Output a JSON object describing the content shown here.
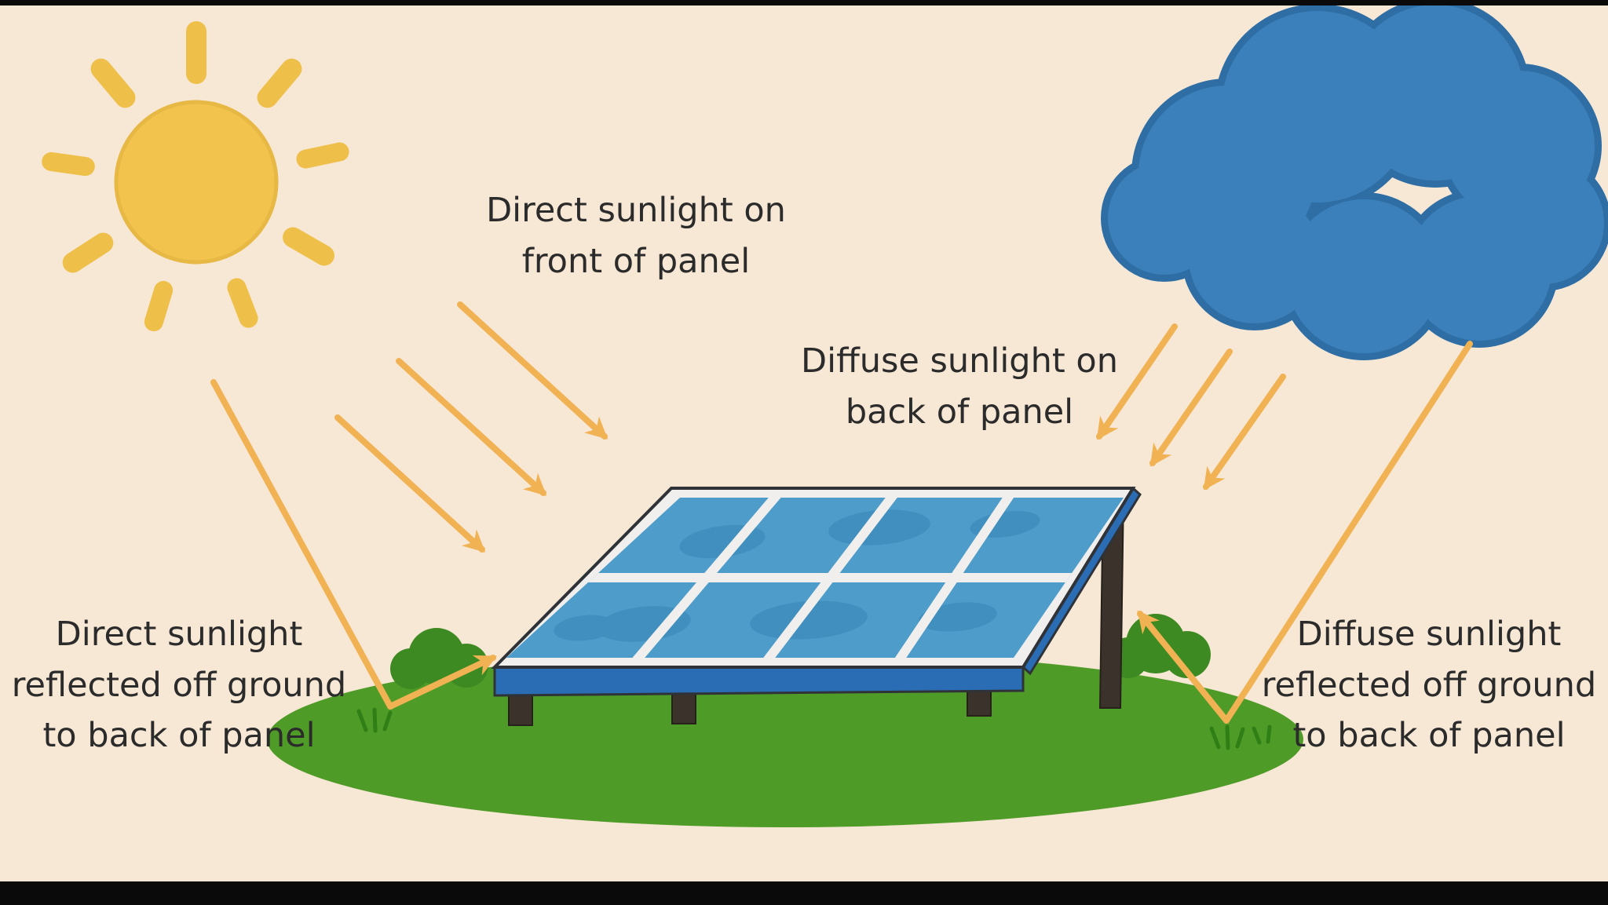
{
  "labels": {
    "direct_front": "Direct sunlight on\nfront of panel",
    "diffuse_back": "Diffuse sunlight on\nback of panel",
    "direct_reflected": "Direct sunlight\nreflected off ground\nto back of panel",
    "diffuse_reflected": "Diffuse sunlight\nreflected off ground\nto back of panel"
  },
  "icons": {
    "sun": "sun-icon",
    "cloud": "cloud-icon",
    "panel": "solar-panel-illustration",
    "ground": "grass-mound",
    "arrow_groups": [
      "direct-sunlight-arrows",
      "diffuse-sunlight-arrows",
      "direct-ground-reflection-arrow",
      "diffuse-ground-reflection-arrow"
    ]
  },
  "colors": {
    "background": "#f7e7d5",
    "letterbox": "#0a0a0a",
    "sun_yellow": "#f2c44e",
    "sun_ray_yellow": "#eec04a",
    "cloud_blue": "#3b80ba",
    "cloud_outline_blue": "#2e6ea5",
    "arrow_amber": "#f1b254",
    "grass_green": "#4f9b28",
    "bush_green": "#3e8a22",
    "panel_cell_blue": "#4d9cc9",
    "panel_frame_white": "#f0efed",
    "panel_edge_blue": "#2a6db5",
    "leg_dark": "#3a322b",
    "text": "#2b2b2b"
  }
}
